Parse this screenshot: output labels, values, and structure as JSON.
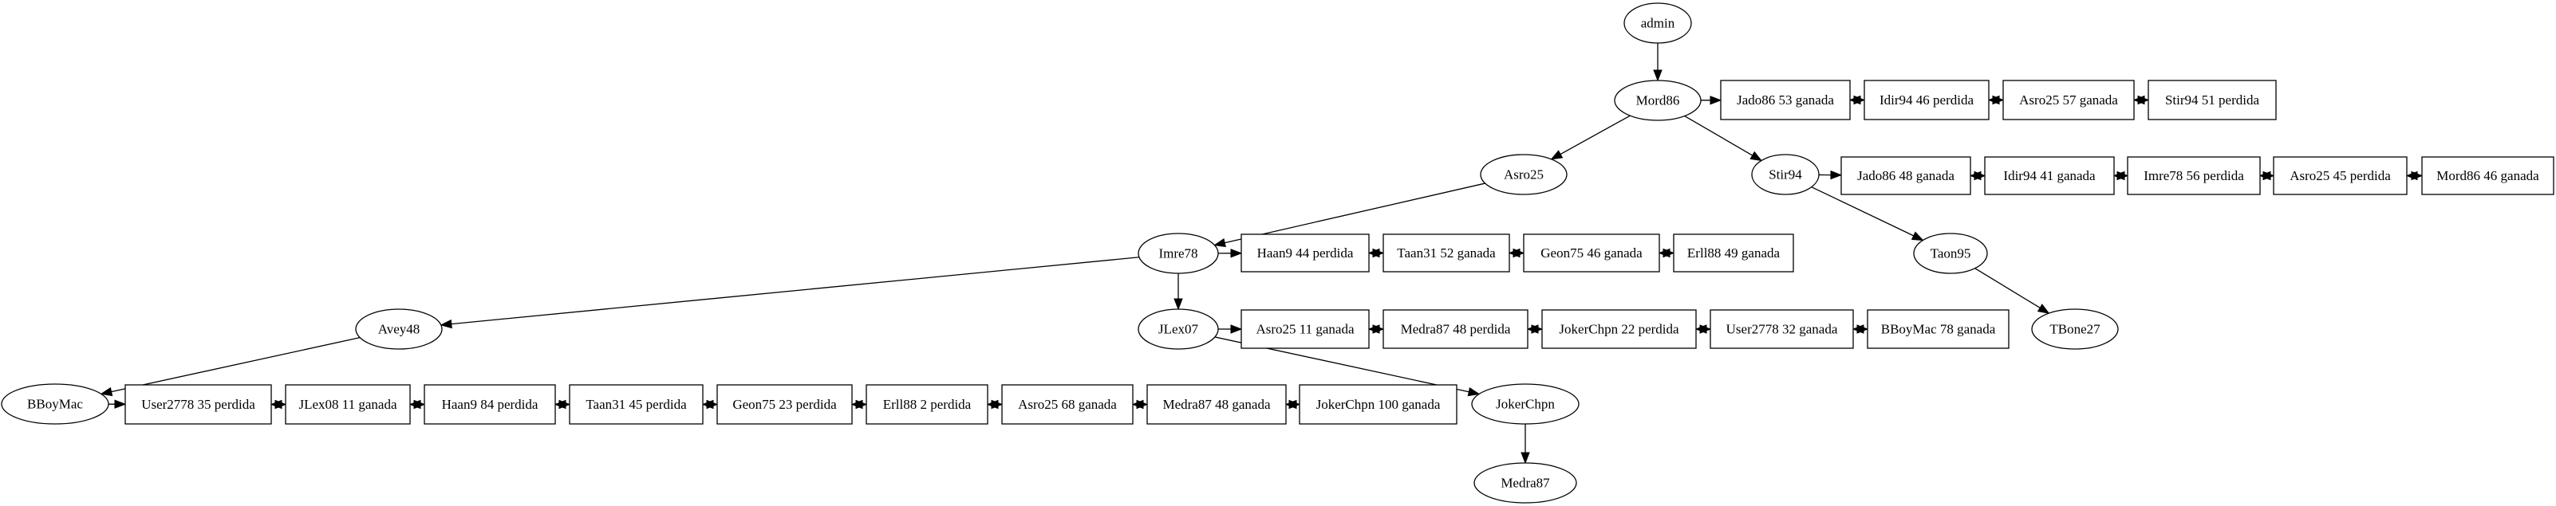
{
  "nodes": [
    {
      "id": "admin",
      "label": "admin",
      "shape": "ellipse"
    },
    {
      "id": "Mord86",
      "label": "Mord86",
      "shape": "ellipse"
    },
    {
      "id": "Asro25",
      "label": "Asro25",
      "shape": "ellipse"
    },
    {
      "id": "Stir94",
      "label": "Stir94",
      "shape": "ellipse"
    },
    {
      "id": "Imre78",
      "label": "Imre78",
      "shape": "ellipse"
    },
    {
      "id": "Taon95",
      "label": "Taon95",
      "shape": "ellipse"
    },
    {
      "id": "TBone27",
      "label": "TBone27",
      "shape": "ellipse"
    },
    {
      "id": "Avey48",
      "label": "Avey48",
      "shape": "ellipse"
    },
    {
      "id": "JLex07",
      "label": "JLex07",
      "shape": "ellipse"
    },
    {
      "id": "BBoyMac",
      "label": "BBoyMac",
      "shape": "ellipse"
    },
    {
      "id": "JokerChpn",
      "label": "JokerChpn",
      "shape": "ellipse"
    },
    {
      "id": "Medra87",
      "label": "Medra87",
      "shape": "ellipse"
    },
    {
      "id": "m1",
      "label": "Jado86 53 ganada",
      "shape": "box"
    },
    {
      "id": "m2",
      "label": "Idir94 46 perdida",
      "shape": "box"
    },
    {
      "id": "m3",
      "label": "Asro25 57 ganada",
      "shape": "box"
    },
    {
      "id": "m4",
      "label": "Stir94 51 perdida",
      "shape": "box"
    },
    {
      "id": "s1",
      "label": "Jado86 48 ganada",
      "shape": "box"
    },
    {
      "id": "s2",
      "label": "Idir94 41 ganada",
      "shape": "box"
    },
    {
      "id": "s3",
      "label": "Imre78 56 perdida",
      "shape": "box"
    },
    {
      "id": "s4",
      "label": "Asro25 45 perdida",
      "shape": "box"
    },
    {
      "id": "s5",
      "label": "Mord86 46 ganada",
      "shape": "box"
    },
    {
      "id": "i1",
      "label": "Haan9 44 perdida",
      "shape": "box"
    },
    {
      "id": "i2",
      "label": "Taan31 52 ganada",
      "shape": "box"
    },
    {
      "id": "i3",
      "label": "Geon75 46 ganada",
      "shape": "box"
    },
    {
      "id": "i4",
      "label": "Erll88 49 ganada",
      "shape": "box"
    },
    {
      "id": "j1",
      "label": "Asro25 11 ganada",
      "shape": "box"
    },
    {
      "id": "j2",
      "label": "Medra87 48 perdida",
      "shape": "box"
    },
    {
      "id": "j3",
      "label": "JokerChpn 22 perdida",
      "shape": "box"
    },
    {
      "id": "j4",
      "label": "User2778 32 ganada",
      "shape": "box"
    },
    {
      "id": "j5",
      "label": "BBoyMac 78 ganada",
      "shape": "box"
    },
    {
      "id": "b1",
      "label": "User2778 35 perdida",
      "shape": "box"
    },
    {
      "id": "b2",
      "label": "JLex08 11 ganada",
      "shape": "box"
    },
    {
      "id": "b3",
      "label": "Haan9 84 perdida",
      "shape": "box"
    },
    {
      "id": "b4",
      "label": "Taan31 45 perdida",
      "shape": "box"
    },
    {
      "id": "b5",
      "label": "Geon75 23 perdida",
      "shape": "box"
    },
    {
      "id": "b6",
      "label": "Erll88 2 perdida",
      "shape": "box"
    },
    {
      "id": "b7",
      "label": "Asro25 68 ganada",
      "shape": "box"
    },
    {
      "id": "b8",
      "label": "Medra87 48 ganada",
      "shape": "box"
    },
    {
      "id": "b9",
      "label": "JokerChpn 100 ganada",
      "shape": "box"
    }
  ],
  "edges": [
    {
      "from": "admin",
      "to": "Mord86"
    },
    {
      "from": "Mord86",
      "to": "Asro25"
    },
    {
      "from": "Mord86",
      "to": "Stir94"
    },
    {
      "from": "Asro25",
      "to": "Imre78"
    },
    {
      "from": "Stir94",
      "to": "Taon95"
    },
    {
      "from": "Taon95",
      "to": "TBone27"
    },
    {
      "from": "Imre78",
      "to": "Avey48"
    },
    {
      "from": "Imre78",
      "to": "JLex07"
    },
    {
      "from": "Avey48",
      "to": "BBoyMac"
    },
    {
      "from": "JLex07",
      "to": "JokerChpn"
    },
    {
      "from": "JokerChpn",
      "to": "Medra87"
    },
    {
      "from": "Mord86",
      "to": "m1"
    },
    {
      "from": "m1",
      "to": "m2",
      "dir": "both"
    },
    {
      "from": "m2",
      "to": "m3",
      "dir": "both"
    },
    {
      "from": "m3",
      "to": "m4",
      "dir": "both"
    },
    {
      "from": "Stir94",
      "to": "s1"
    },
    {
      "from": "s1",
      "to": "s2",
      "dir": "both"
    },
    {
      "from": "s2",
      "to": "s3",
      "dir": "both"
    },
    {
      "from": "s3",
      "to": "s4",
      "dir": "both"
    },
    {
      "from": "s4",
      "to": "s5",
      "dir": "both"
    },
    {
      "from": "Imre78",
      "to": "i1"
    },
    {
      "from": "i1",
      "to": "i2",
      "dir": "both"
    },
    {
      "from": "i2",
      "to": "i3",
      "dir": "both"
    },
    {
      "from": "i3",
      "to": "i4",
      "dir": "both"
    },
    {
      "from": "JLex07",
      "to": "j1"
    },
    {
      "from": "j1",
      "to": "j2",
      "dir": "both"
    },
    {
      "from": "j2",
      "to": "j3",
      "dir": "both"
    },
    {
      "from": "j3",
      "to": "j4",
      "dir": "both"
    },
    {
      "from": "j4",
      "to": "j5",
      "dir": "both"
    },
    {
      "from": "BBoyMac",
      "to": "b1"
    },
    {
      "from": "b1",
      "to": "b2",
      "dir": "both"
    },
    {
      "from": "b2",
      "to": "b3",
      "dir": "both"
    },
    {
      "from": "b3",
      "to": "b4",
      "dir": "both"
    },
    {
      "from": "b4",
      "to": "b5",
      "dir": "both"
    },
    {
      "from": "b5",
      "to": "b6",
      "dir": "both"
    },
    {
      "from": "b6",
      "to": "b7",
      "dir": "both"
    },
    {
      "from": "b7",
      "to": "b8",
      "dir": "both"
    },
    {
      "from": "b8",
      "to": "b9",
      "dir": "both"
    }
  ]
}
